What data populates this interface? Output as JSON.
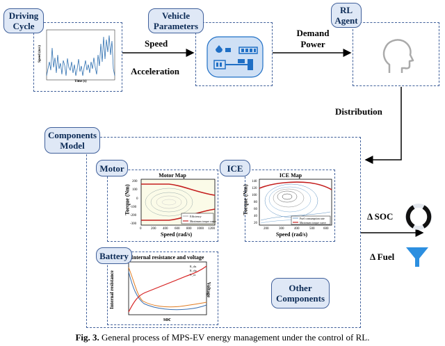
{
  "tags": {
    "driving_cycle": "Driving Cycle",
    "vehicle_parameters": "Vehicle Parameters",
    "rl_agent": "RL Agent",
    "components_model": "Components Model",
    "motor": "Motor",
    "ice": "ICE",
    "battery": "Battery",
    "other_components": "Other Components"
  },
  "arrow_labels": {
    "speed": "Speed",
    "acceleration": "Acceleration",
    "demand_power": "Demand Power",
    "distribution": "Distribution",
    "delta_soc": "Δ SOC",
    "delta_fuel": "Δ Fuel"
  },
  "plots": {
    "driving_cycle": {
      "xlabel": "Time (s)",
      "ylabel": "Speed (m/s)"
    },
    "motor_map": {
      "title": "Motor Map",
      "xlabel": "Speed (rad/s)",
      "ylabel": "Torque (Nm)",
      "legend": [
        "Efficiency",
        "Maximum torque curve"
      ],
      "xticks": [
        "0",
        "200",
        "400",
        "600",
        "800",
        "1000",
        "1200"
      ],
      "yticks": [
        "200",
        "100",
        "0",
        "-100",
        "-200",
        "-300"
      ]
    },
    "ice_map": {
      "title": "ICE Map",
      "xlabel": "Speed (rad/s)",
      "ylabel": "Torque (Nm)",
      "legend": [
        "Fuel consumption rate",
        "Maximum torque curve"
      ],
      "xticks": [
        "200",
        "300",
        "400",
        "500",
        "600"
      ],
      "yticks": [
        "140",
        "120",
        "100",
        "80",
        "60",
        "40",
        "20"
      ]
    },
    "battery": {
      "title": "Internal resistance and voltage",
      "xlabel": "soc",
      "ylabel_left": "Internal resistance",
      "ylabel_right": "Voltage"
    }
  },
  "caption": {
    "label": "Fig. 3.",
    "text": " General process of MPS-EV energy management under the control of RL."
  },
  "colors": {
    "box_border": "#3f5f9a",
    "tag_fill": "#dfe8f6",
    "icon_blue": "#1f6fc5"
  }
}
